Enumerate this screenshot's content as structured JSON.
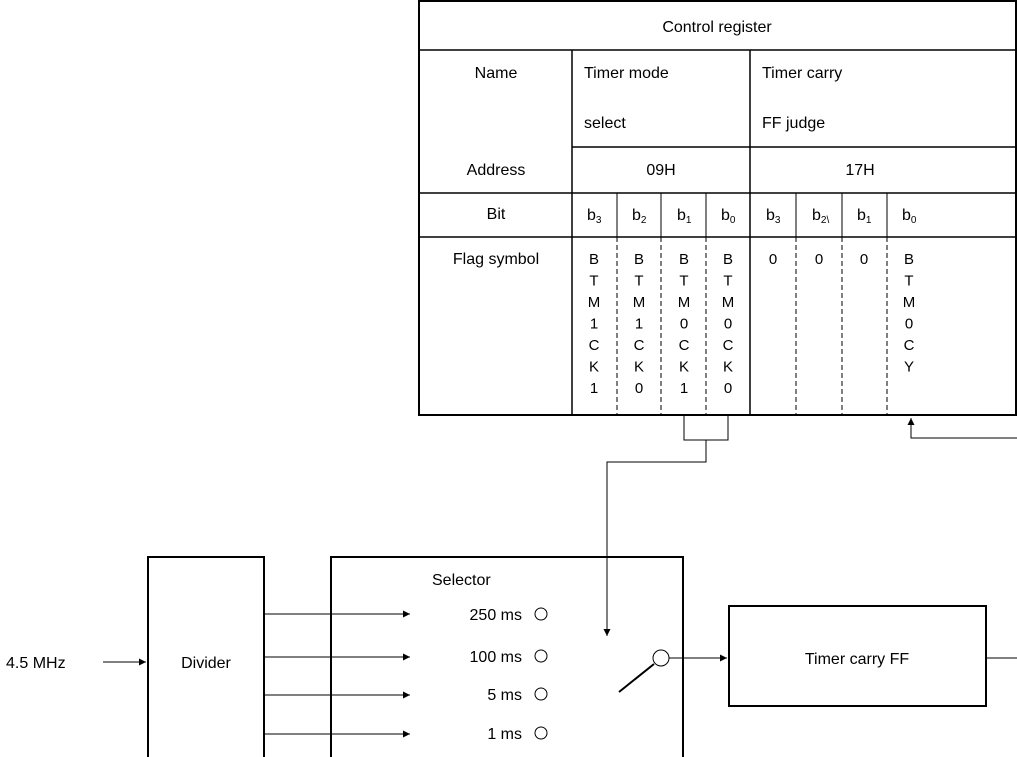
{
  "register": {
    "title": "Control register",
    "name_label": "Name",
    "address_label": "Address",
    "bit_label": "Bit",
    "flag_label": "Flag symbol",
    "groups": [
      {
        "name_line1": "Timer mode",
        "name_line2": "select",
        "address": "09H"
      },
      {
        "name_line1": "Timer carry",
        "name_line2": "FF judge",
        "address": "17H"
      }
    ],
    "bits": [
      {
        "base": "b",
        "sub": "3"
      },
      {
        "base": "b",
        "sub": "2"
      },
      {
        "base": "b",
        "sub": "1"
      },
      {
        "base": "b",
        "sub": "0"
      },
      {
        "base": "b",
        "sub": "3"
      },
      {
        "base": "b",
        "sub": "2\\"
      },
      {
        "base": "b",
        "sub": "1"
      },
      {
        "base": "b",
        "sub": "0"
      }
    ],
    "flags": [
      [
        "B",
        "T",
        "M",
        "1",
        "C",
        "K",
        "1"
      ],
      [
        "B",
        "T",
        "M",
        "1",
        "C",
        "K",
        "0"
      ],
      [
        "B",
        "T",
        "M",
        "0",
        "C",
        "K",
        "1"
      ],
      [
        "B",
        "T",
        "M",
        "0",
        "C",
        "K",
        "0"
      ],
      [
        "0"
      ],
      [
        "0"
      ],
      [
        "0"
      ],
      [
        "B",
        "T",
        "M",
        "0",
        "C",
        "Y"
      ]
    ]
  },
  "circuit": {
    "input_label": "4.5 MHz",
    "divider_label": "Divider",
    "selector_label": "Selector",
    "options": [
      "250 ms",
      "100 ms",
      "5 ms",
      "1 ms"
    ],
    "output_label": "Timer carry FF"
  }
}
